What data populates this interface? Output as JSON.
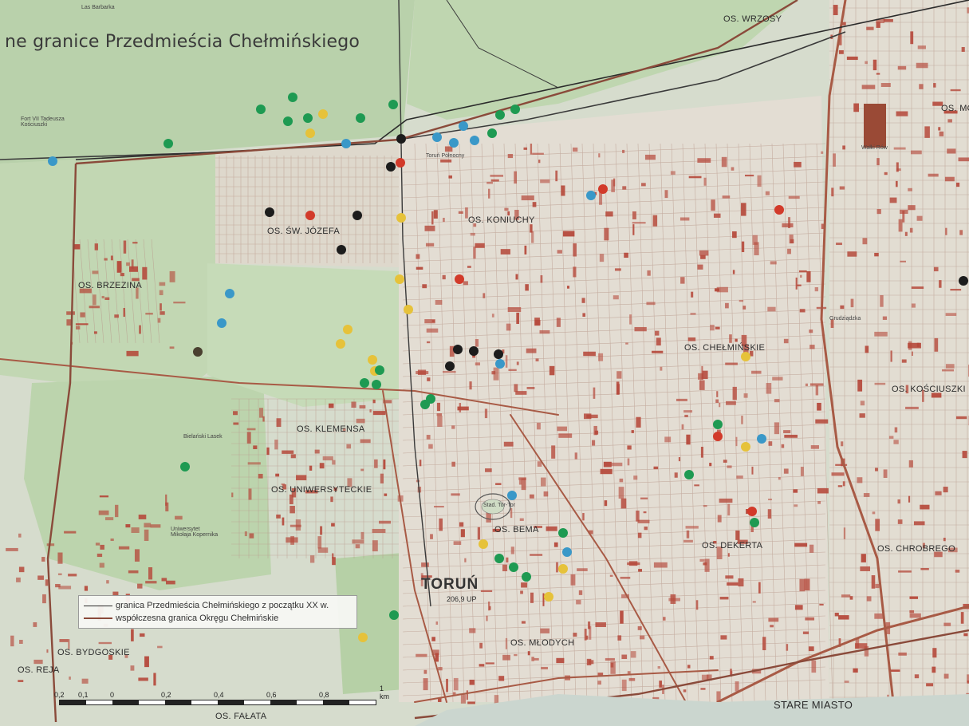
{
  "map": {
    "title": "ne granice Przedmieścia Chełmińskiego",
    "city_label": "TORUŃ",
    "elevation_label": "206,9 UP",
    "district_labels": [
      {
        "id": "wrzosy",
        "text": "OS. WRZOSY"
      },
      {
        "id": "koniuchy",
        "text": "OS. KONIUCHY"
      },
      {
        "id": "sw-jozefa",
        "text": "OS. ŚW. JÓZEFA"
      },
      {
        "id": "brzezina",
        "text": "OS. BRZEZINA"
      },
      {
        "id": "chelminskie",
        "text": "OS. CHEŁMIŃSKIE"
      },
      {
        "id": "kosciuszki",
        "text": "OS. KOŚCIUSZKI"
      },
      {
        "id": "klemensa",
        "text": "OS. KLEMENSA"
      },
      {
        "id": "uniwersyteckie",
        "text": "OS. UNIWERSYTECKIE"
      },
      {
        "id": "bema",
        "text": "OS. BEMA"
      },
      {
        "id": "dekerta",
        "text": "OS. DEKERTA"
      },
      {
        "id": "chrobrego",
        "text": "OS. CHROBREGO"
      },
      {
        "id": "mlodych",
        "text": "OS. MŁODYCH"
      },
      {
        "id": "bydgoskie",
        "text": "OS. BYDGOSKIE"
      },
      {
        "id": "reja",
        "text": "OS. REJA"
      },
      {
        "id": "falata",
        "text": "OS. FAŁATA"
      },
      {
        "id": "stare-miasto",
        "text": "STARE MIASTO"
      },
      {
        "id": "mok",
        "text": "OS. MOK"
      }
    ],
    "small_labels": [
      {
        "id": "las-barbarka",
        "text": "Las Barbarka"
      },
      {
        "id": "torun-polnocny",
        "text": "Toruń Północny"
      },
      {
        "id": "bielanski-lasek",
        "text": "Bielański Lasek"
      },
      {
        "id": "fort",
        "text": "Fort VII Tadeusza Kościuszki"
      },
      {
        "id": "uniwersytet",
        "text": "Uniwersytet Mikołaja Kopernika"
      },
      {
        "id": "stad",
        "text": "Stad. Tor-Tor"
      },
      {
        "id": "walki-row",
        "text": "Wałki Rów"
      },
      {
        "id": "grudziadzka",
        "text": "Grudziądzka"
      }
    ]
  },
  "legend": {
    "items": [
      {
        "label": "granica Przedmieścia Chełmińskiego z początku XX w.",
        "color": "#2b2b2b"
      },
      {
        "label": "współczesna granica Okręgu Chełmińskie",
        "color": "#8a4a3a"
      }
    ]
  },
  "scale": {
    "ticks": [
      "0,2",
      "0,1",
      "0",
      "0,2",
      "0,4",
      "0,6",
      "0,8"
    ],
    "unit": "1 km"
  },
  "marker_colors": {
    "green": "#1e9a52",
    "yellow": "#e6c23a",
    "blue": "#3a98c8",
    "red": "#d23a2a",
    "black": "#1c1c1c",
    "darkbrown": "#4a4030"
  }
}
